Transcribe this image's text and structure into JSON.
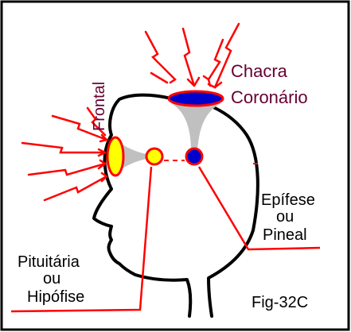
{
  "figure": {
    "label_frontal": "Frontal",
    "label_coronario_1": "Chacra",
    "label_coronario_2": "Coronário",
    "label_epifese_1": "Epífese",
    "label_epifese_2": "ou",
    "label_epifese_3": "Pineal",
    "label_pituitaria_1": "Pituitária",
    "label_pituitaria_2": "ou",
    "label_pituitaria_3": "Hipófise",
    "fig_id": "Fig-32C"
  },
  "colors": {
    "frame": "#000000",
    "head_outline": "#000000",
    "ray": "#ff0000",
    "leader_line": "#ff0000",
    "crown_chakra": "#0000cc",
    "pineal": "#0000cc",
    "frontal_chakra": "#ffff00",
    "pituitary": "#ffff00",
    "energy_funnel": "#c0c0c0",
    "chakra_label_text": "#660033",
    "organ_label_text": "#000000"
  }
}
